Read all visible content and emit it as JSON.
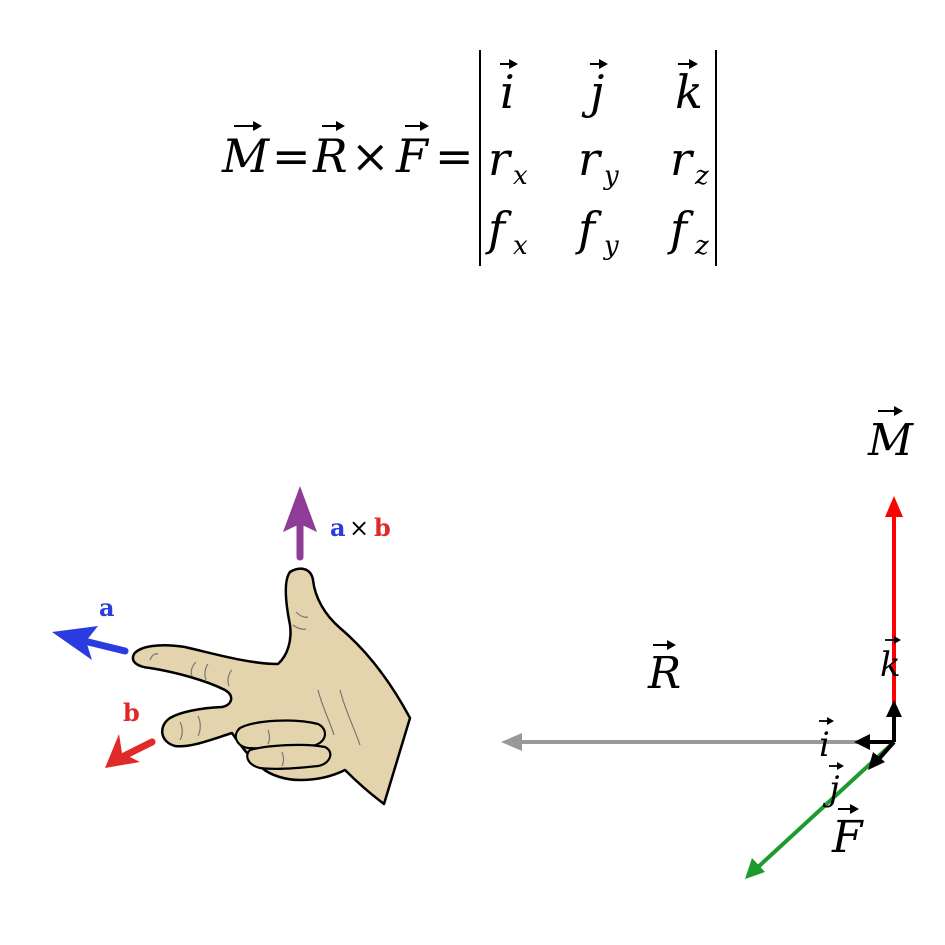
{
  "formula": {
    "moment": "M",
    "equals1": "=",
    "radius": "R",
    "times": "×",
    "force": "F",
    "equals2": "=",
    "matrix": {
      "row1": [
        "i",
        "j",
        "k"
      ],
      "row2": [
        {
          "base": "r",
          "sub": "x"
        },
        {
          "base": "r",
          "sub": "y"
        },
        {
          "base": "r",
          "sub": "z"
        }
      ],
      "row3": [
        {
          "base": "f",
          "sub": "x"
        },
        {
          "base": "f",
          "sub": "y"
        },
        {
          "base": "f",
          "sub": "z"
        }
      ]
    }
  },
  "hand": {
    "label_a": "a",
    "label_b": "b",
    "label_cross_a": "a",
    "label_cross_times": "×",
    "label_cross_b": "b",
    "colors": {
      "a": "#2a3be0",
      "b": "#e02a2a",
      "axb": "#8e3c96",
      "skin": "#e3d4ad",
      "outline": "#000000"
    }
  },
  "vectors": {
    "label_M": "M",
    "label_R": "R",
    "label_F": "F",
    "label_i": "i",
    "label_j": "j",
    "label_k": "k",
    "colors": {
      "M": "#ff0000",
      "R": "#999999",
      "F": "#1f9a2f",
      "basis": "#000000"
    }
  }
}
